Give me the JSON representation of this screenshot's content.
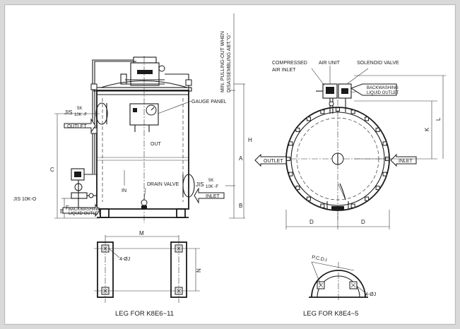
{
  "labels": {
    "min_pulling": "MIN. PULLING-OUT WHEN",
    "disassembling": "DISASSEMBLING ABT.\"G\"",
    "gauge_panel": "GAUGE PANEL",
    "out": "OUT",
    "in": "IN",
    "drain_valve": "DRAIN VALVE",
    "jis_top": "JIS",
    "jis_top_5k": "5K",
    "jis_top_10k": "10K -F",
    "jis_right": "JIS",
    "jis_right_5k": "5K",
    "jis_right_10k": "10K -F",
    "jis_10k_o": "JIS 10K-O",
    "outlet_left": "OUTLET",
    "inlet_left": "INLET",
    "backwashing_1": "BACKWASHING",
    "backwashing_2": "LIQUID OUTLET",
    "compressed_air": "COMPRESSED",
    "air_inlet": "AIR INLET",
    "air_unit": "AIR UNIT",
    "solenoid_valve": "SOLENOID VALVE",
    "backwashing_r1": "BACKWASHING",
    "backwashing_r2": "LIQUID OUTLET",
    "outlet_right": "OUTLET",
    "inlet_right": "INLET",
    "pcd": "P.C.D.I",
    "holes_left": "4-ØJ",
    "holes_right": "4-ØJ",
    "leg_left": "LEG FOR K8E6~11",
    "leg_right": "LEG FOR K8E4~5"
  },
  "dims": {
    "A": "A",
    "H": "H",
    "B": "B",
    "C": "C",
    "E": "E",
    "F": "F",
    "D1": "D",
    "D2": "D",
    "K": "K",
    "L": "L",
    "M": "M",
    "N": "N"
  }
}
